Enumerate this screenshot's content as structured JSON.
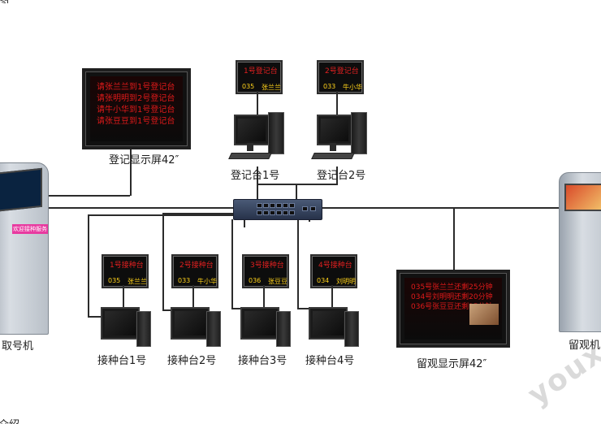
{
  "header_fragment": "图",
  "footer_fragment": "介绍",
  "registration_display": {
    "label": "登记显示屏42″",
    "lines": [
      "请张兰兰到1号登记台",
      "请张明明到2号登记台",
      "请牛小华到1号登记台",
      "请张豆豆到1号登记台"
    ]
  },
  "registration_desks": [
    {
      "label": "登记台1号",
      "board_title": "1号登记台",
      "number": "035",
      "name": "张兰兰"
    },
    {
      "label": "登记台2号",
      "board_title": "2号登记台",
      "number": "033",
      "name": "牛小华"
    }
  ],
  "vaccination_desks": [
    {
      "label": "接种台1号",
      "board_title": "1号接种台",
      "number": "035",
      "name": "张兰兰"
    },
    {
      "label": "接种台2号",
      "board_title": "2号接种台",
      "number": "033",
      "name": "牛小华"
    },
    {
      "label": "接种台3号",
      "board_title": "3号接种台",
      "number": "036",
      "name": "张豆豆"
    },
    {
      "label": "接种台4号",
      "board_title": "4号接种台",
      "number": "034",
      "name": "刘明明"
    }
  ],
  "observation_display": {
    "label": "留观显示屏42″",
    "lines": [
      "035号张兰兰还剩25分钟",
      "034号刘明明还剩20分钟",
      "036号张豆豆还剩15分钟"
    ]
  },
  "ticket_kiosk": {
    "label": "取号机",
    "sign": "欢迎接种服务"
  },
  "observation_kiosk": {
    "label": "留观机"
  },
  "watermark": "youx",
  "colors": {
    "led_text": "#e02020",
    "led_number": "#ffd21a",
    "switch_body": "#3a4a66",
    "wire": "#2b2b2b"
  }
}
